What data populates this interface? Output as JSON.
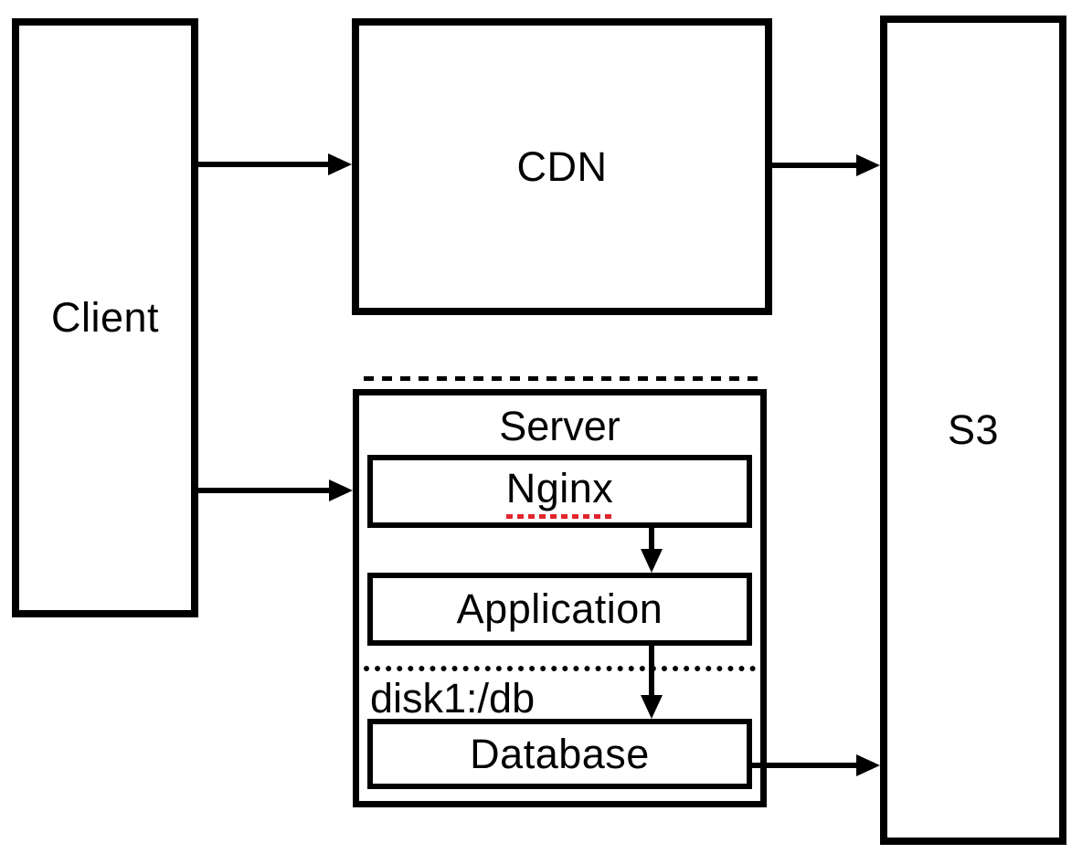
{
  "diagram": {
    "nodes": {
      "client": {
        "label": "Client"
      },
      "cdn": {
        "label": "CDN"
      },
      "s3": {
        "label": "S3"
      },
      "server": {
        "label": "Server"
      },
      "nginx": {
        "label": "Nginx",
        "has_spellcheck_underline": true
      },
      "application": {
        "label": "Application"
      },
      "database": {
        "label": "Database"
      }
    },
    "labels": {
      "disk_mount": "disk1:/db"
    },
    "edges": [
      {
        "from": "Client",
        "to": "CDN",
        "direction": "right"
      },
      {
        "from": "CDN",
        "to": "S3",
        "direction": "right"
      },
      {
        "from": "Client",
        "to": "Server",
        "direction": "right"
      },
      {
        "from": "Nginx",
        "to": "Application",
        "direction": "down"
      },
      {
        "from": "Application",
        "to": "Database",
        "direction": "down"
      },
      {
        "from": "Database",
        "to": "S3",
        "direction": "right"
      }
    ],
    "colors": {
      "stroke": "#000000",
      "background": "#ffffff",
      "spellcheck_underline": "#e3242b"
    }
  }
}
